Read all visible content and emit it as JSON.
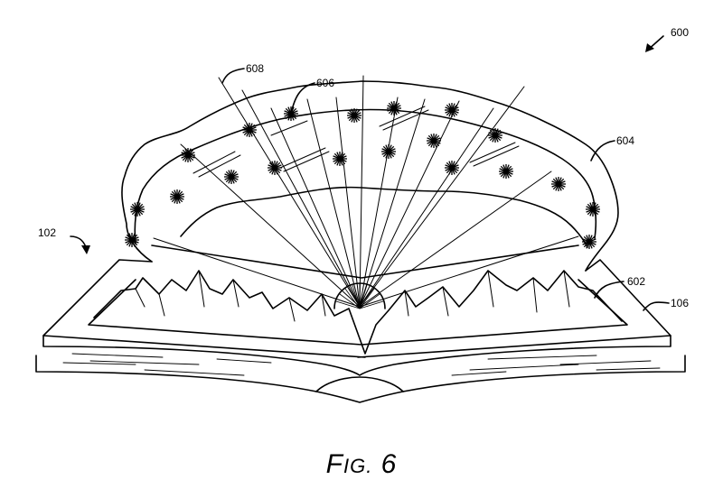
{
  "figure": {
    "caption_prefix": "F",
    "caption_small": "IG.",
    "caption_number": "6"
  },
  "reference_labels": {
    "fig": "600",
    "rays": "608",
    "stars": "606",
    "sky_dome": "604",
    "book": "102",
    "scene": "602",
    "page": "106"
  }
}
